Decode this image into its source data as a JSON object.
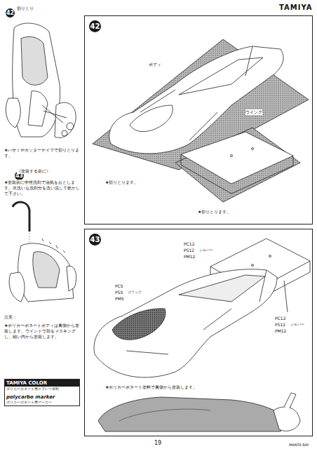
{
  "diagram": {
    "nodes": [
      {
        "text": [
          "42"
        ]
      },
      {
        "text": [
          "43"
        ]
      },
      {
        "text": [
          "TAMIYA COLOR",
          "ポリカーボネート用スプレー塗料",
          "polycarbo marker",
          "ポリカーボネート用マーカー"
        ]
      }
    ],
    "edges": [],
    "labels": [
      "TAMIYA",
      "42",
      "切りとり",
      "★ハサミやカッターナイフで切りとります。",
      "43",
      "《塗装する前に》",
      "★塗装前に中性洗剤で油気をおとします。水洗いも洗剤分を洗い流して乾かして下さい。",
      "注意：",
      "★ポリカーボネートボディは裏側から塗装します。ウインドウ部をマスキングし、細い内から塗装します。",
      "ボディ",
      "★切りとります。",
      "ウイング",
      "★切りとります。",
      "PC12",
      "PS12",
      "シルバー",
      "PM12",
      "PC5",
      "PS5",
      "ブラック",
      "PM5",
      "PC12",
      "PS12",
      "シルバー",
      "PM12",
      "★ポリカーボネート塗料で裏側から塗装します。",
      "19",
      "MANTA RAY"
    ]
  }
}
